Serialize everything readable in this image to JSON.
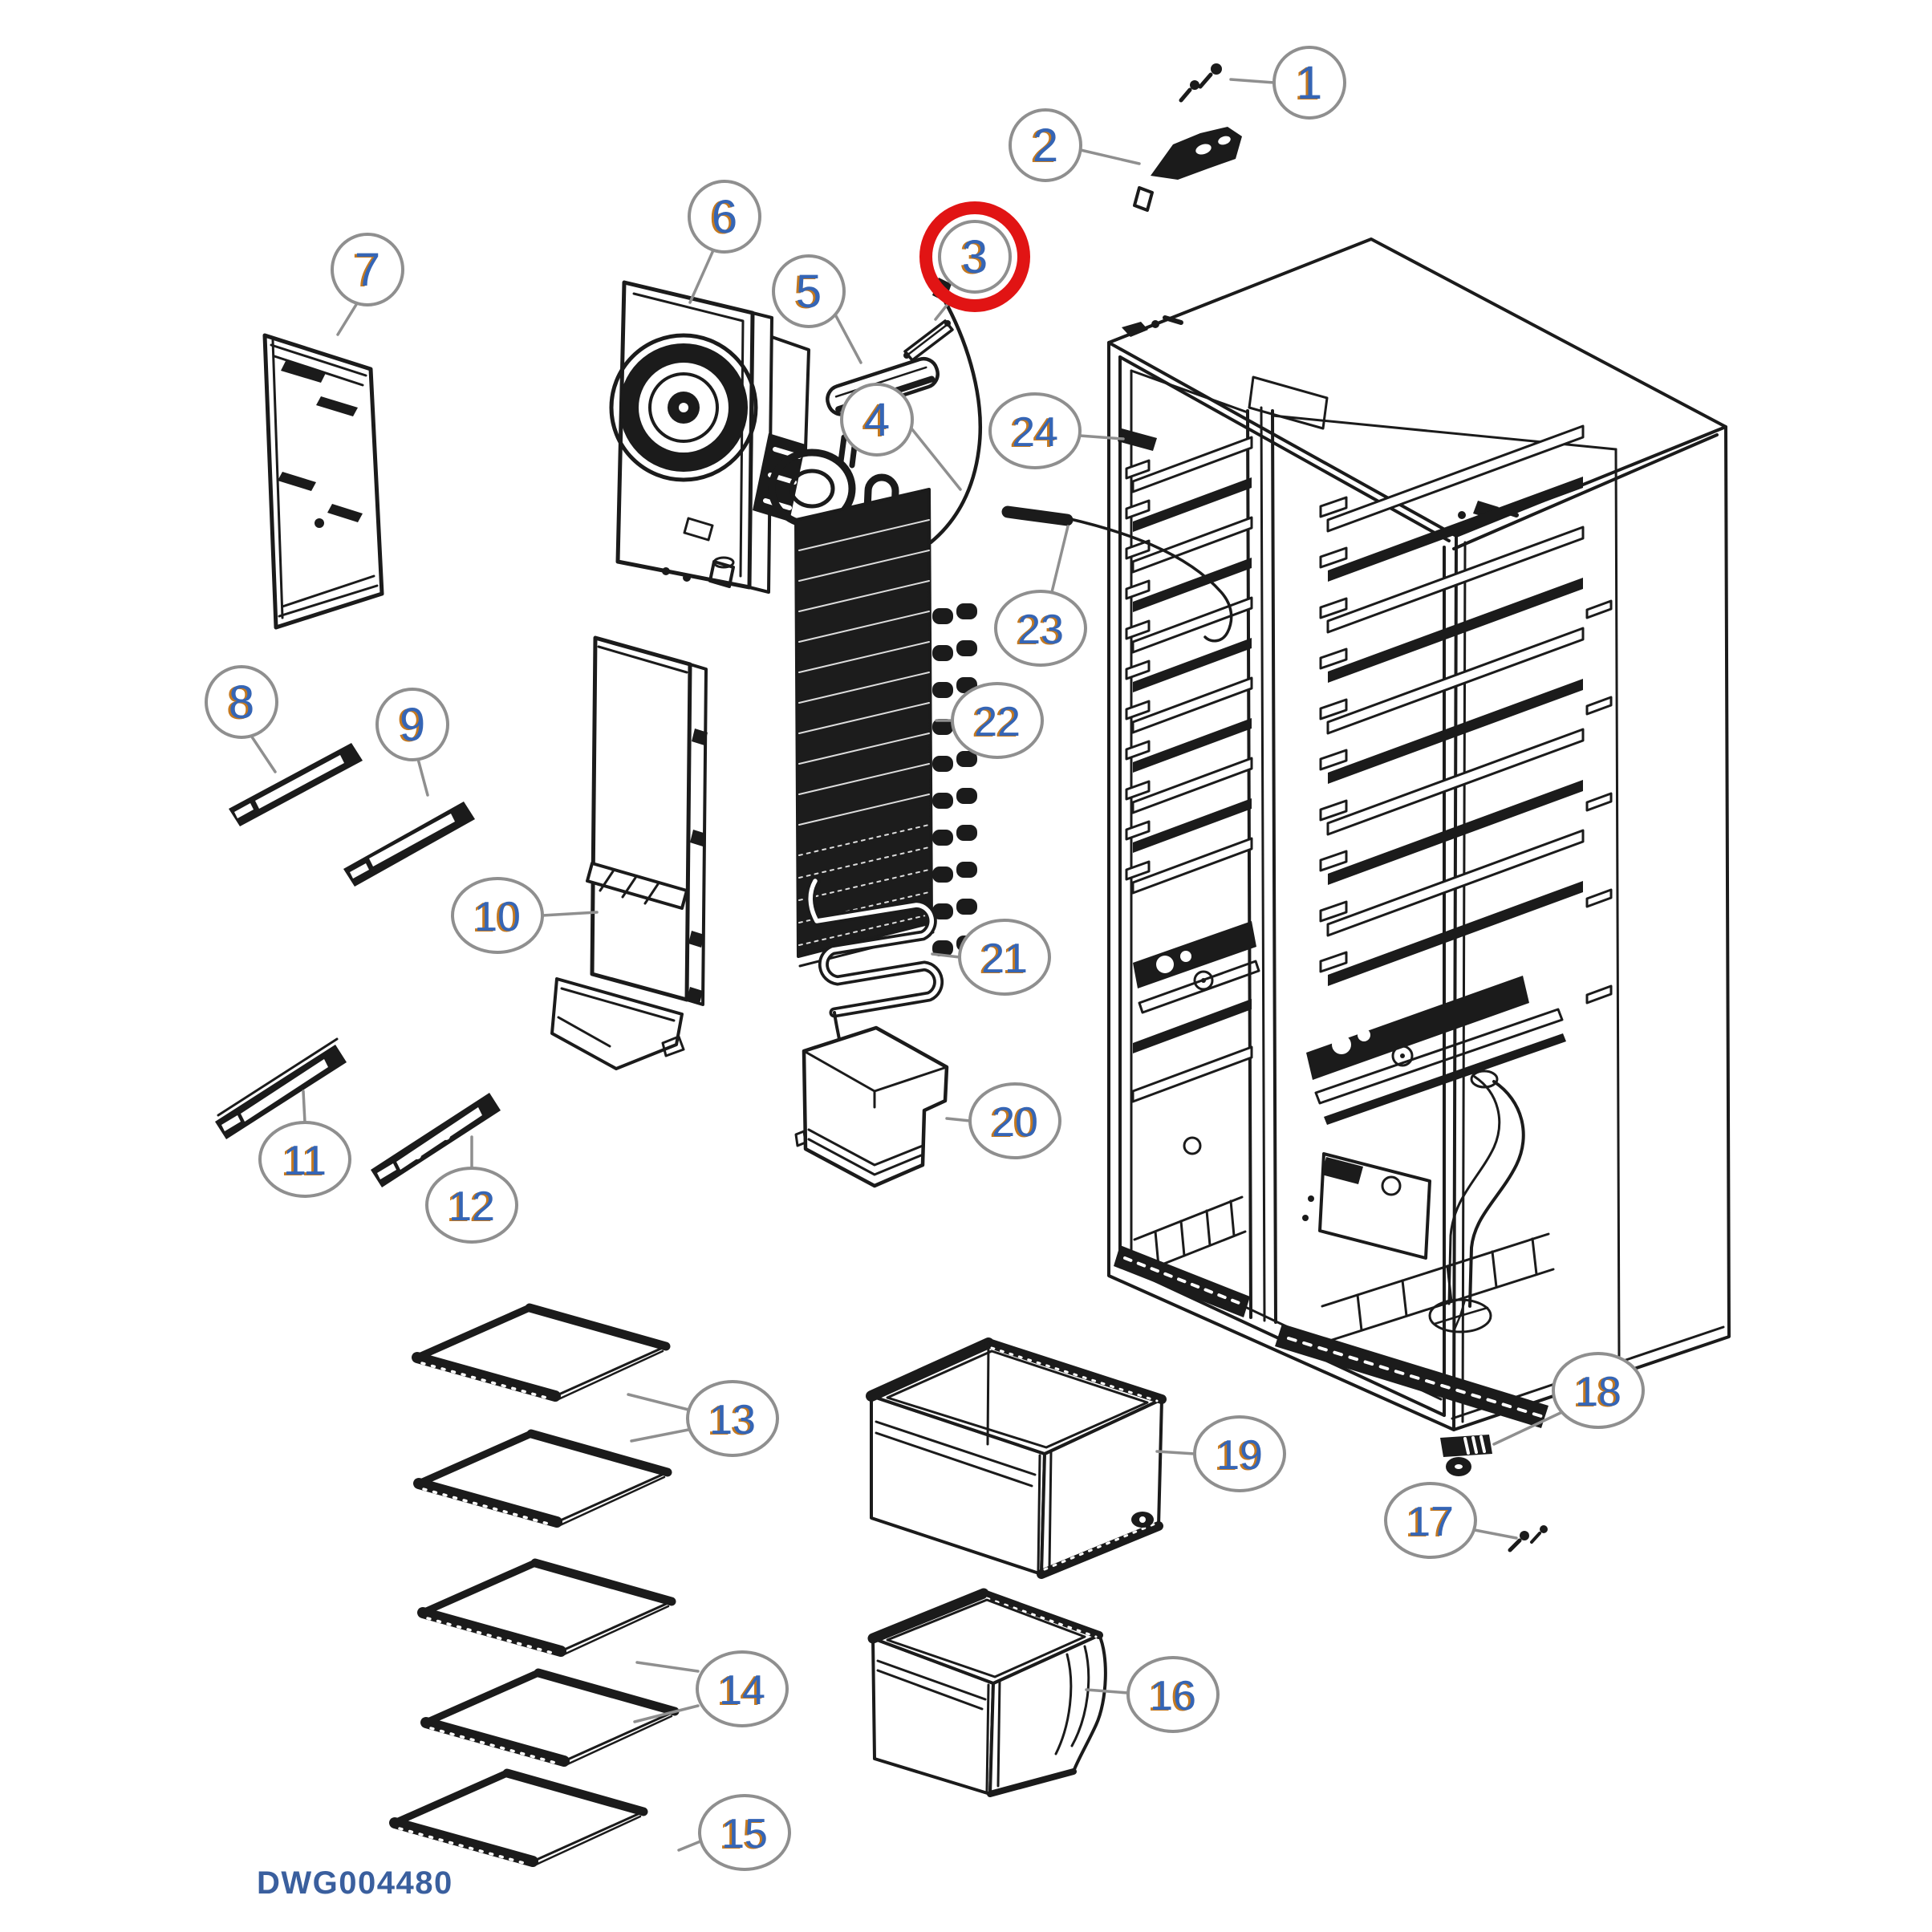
{
  "document": {
    "drawing_number": "DWG004480"
  },
  "highlight": {
    "highlighted_callout": "3",
    "shape": "red-ring"
  },
  "colors": {
    "line": "#1b1b1b",
    "leader_gray": "#8f8f8f",
    "callout_ring_gray": "#8f8f8f",
    "callout_number_blue": "#3565b5",
    "callout_number_fringe_orange": "#c5791f",
    "highlight_red": "#e11414",
    "drawing_number_blue": "#3a5f9e",
    "background": "#ffffff"
  },
  "callouts": [
    {
      "label": "1"
    },
    {
      "label": "2"
    },
    {
      "label": "3"
    },
    {
      "label": "4"
    },
    {
      "label": "5"
    },
    {
      "label": "6"
    },
    {
      "label": "7"
    },
    {
      "label": "8"
    },
    {
      "label": "9"
    },
    {
      "label": "10"
    },
    {
      "label": "11"
    },
    {
      "label": "12"
    },
    {
      "label": "13"
    },
    {
      "label": "14"
    },
    {
      "label": "15"
    },
    {
      "label": "16"
    },
    {
      "label": "17"
    },
    {
      "label": "18"
    },
    {
      "label": "19"
    },
    {
      "label": "20"
    },
    {
      "label": "21"
    },
    {
      "label": "22"
    },
    {
      "label": "23"
    },
    {
      "label": "24"
    }
  ]
}
